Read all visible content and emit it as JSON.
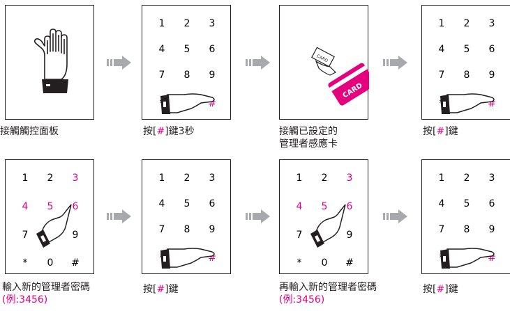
{
  "colors": {
    "accent": "#e5007e",
    "ink": "#231f20",
    "arrow": "#a7a9ac"
  },
  "keypad": [
    "1",
    "2",
    "3",
    "4",
    "5",
    "6",
    "7",
    "8",
    "9",
    "*",
    "0",
    "#"
  ],
  "card_text": "CARD",
  "small_card_text": "CARD",
  "steps": [
    {
      "line1": "接觸觸控面板",
      "line2": ""
    },
    {
      "pre": "按[",
      "key": "#",
      "post": "]鍵3秒"
    },
    {
      "line1": "接觸已設定的",
      "line2": "管理者感應卡"
    },
    {
      "pre": "按[",
      "key": "#",
      "post": "]鍵"
    },
    {
      "line1": "輸入新的管理者密碼",
      "line2": "(例:3456)"
    },
    {
      "pre": "按[",
      "key": "#",
      "post": "]鍵"
    },
    {
      "line1": "再輸入新的管理者密碼",
      "line2": "(例:3456)"
    },
    {
      "pre": "按[",
      "key": "#",
      "post": "]鍵"
    }
  ]
}
